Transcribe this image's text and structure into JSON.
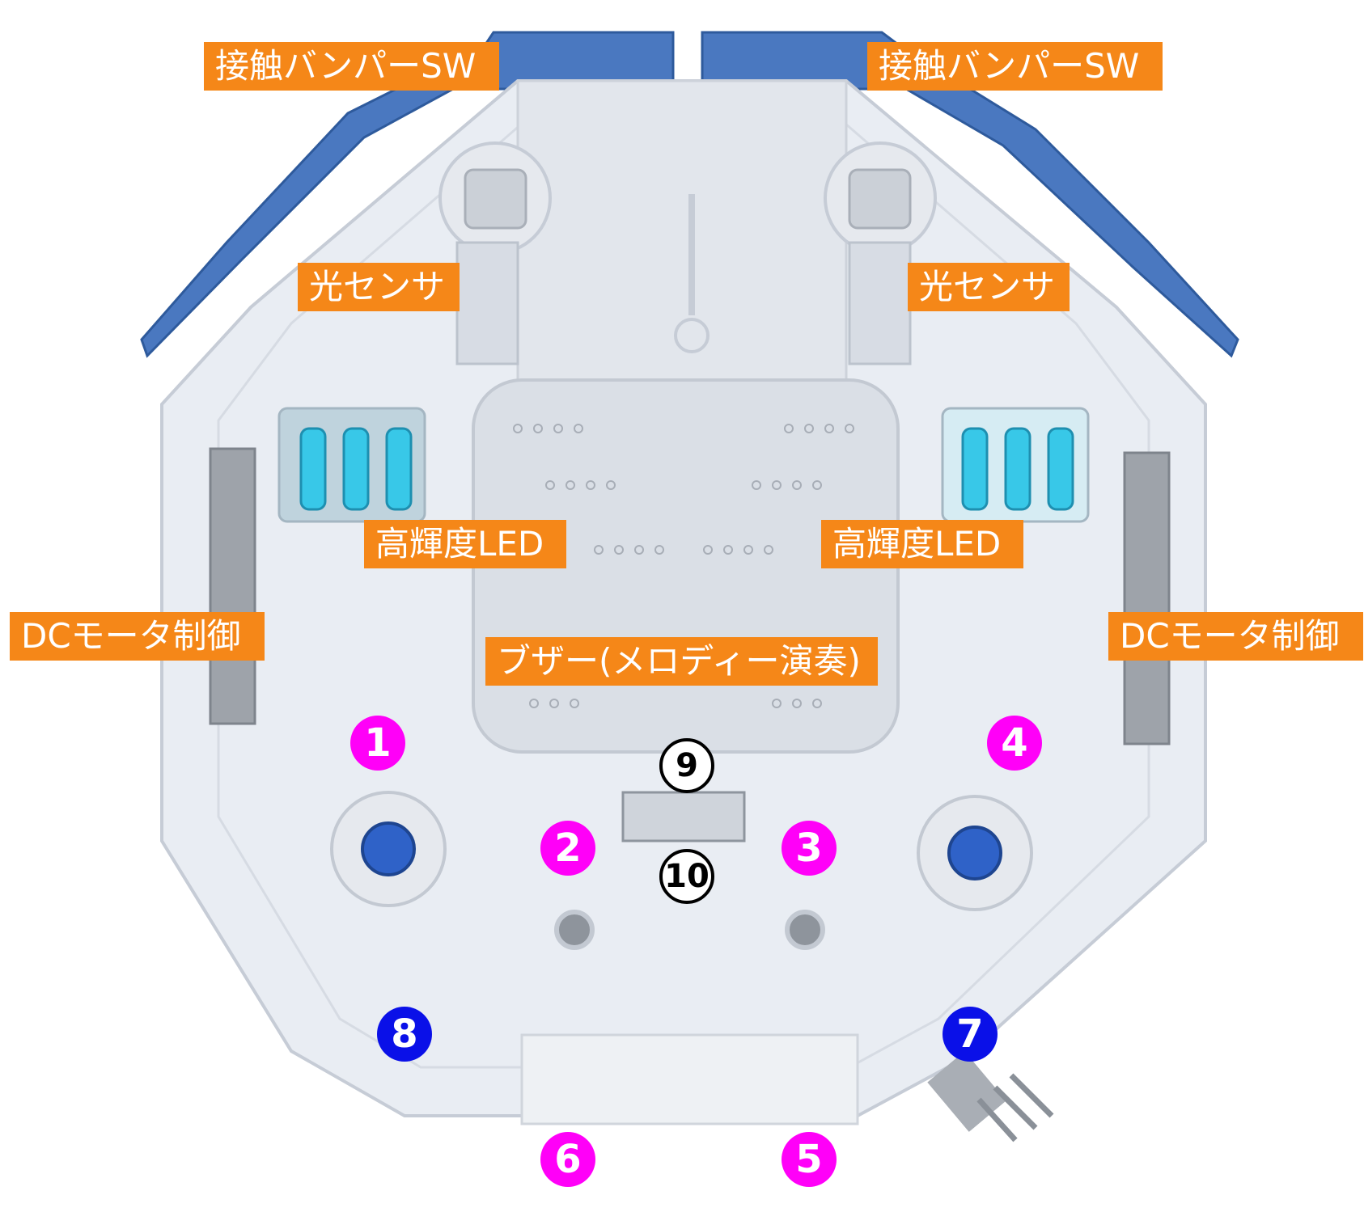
{
  "labels": {
    "bumper_left": "接触バンパーSW",
    "bumper_right": "接触バンパーSW",
    "light_left": "光センサ",
    "light_right": "光センサ",
    "led_left": "高輝度LED",
    "led_right": "高輝度LED",
    "motor_left": "DCモータ制御",
    "motor_right": "DCモータ制御",
    "buzzer": "ブザー(メロディー演奏)"
  },
  "markers": {
    "m1": "1",
    "m2": "2",
    "m3": "3",
    "m4": "4",
    "m5": "5",
    "m6": "6",
    "m7": "7",
    "m8": "8",
    "m9": "9",
    "m10": "10"
  },
  "colors": {
    "label_bg": "#F58718",
    "marker_magenta": "#FF00F8",
    "marker_blue": "#0A10E8",
    "bumper_blue": "#4A78C0",
    "led_cyan": "#38C8E8"
  }
}
